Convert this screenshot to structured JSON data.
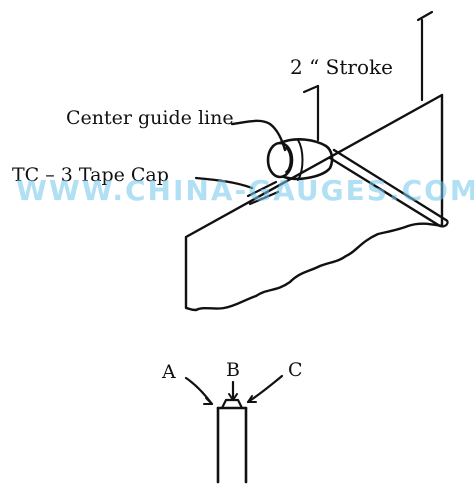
{
  "labels": {
    "stroke": "2 “  Stroke",
    "center_guide_line": "Center guide line",
    "tape_cap": "TC – 3 Tape Cap",
    "a": "A",
    "b": "B",
    "c": "C"
  },
  "watermark": "WWW.CHINA-GAUGES.COM",
  "colors": {
    "ink": "#111111",
    "watermark": "#73c7ec",
    "background": "#ffffff"
  }
}
